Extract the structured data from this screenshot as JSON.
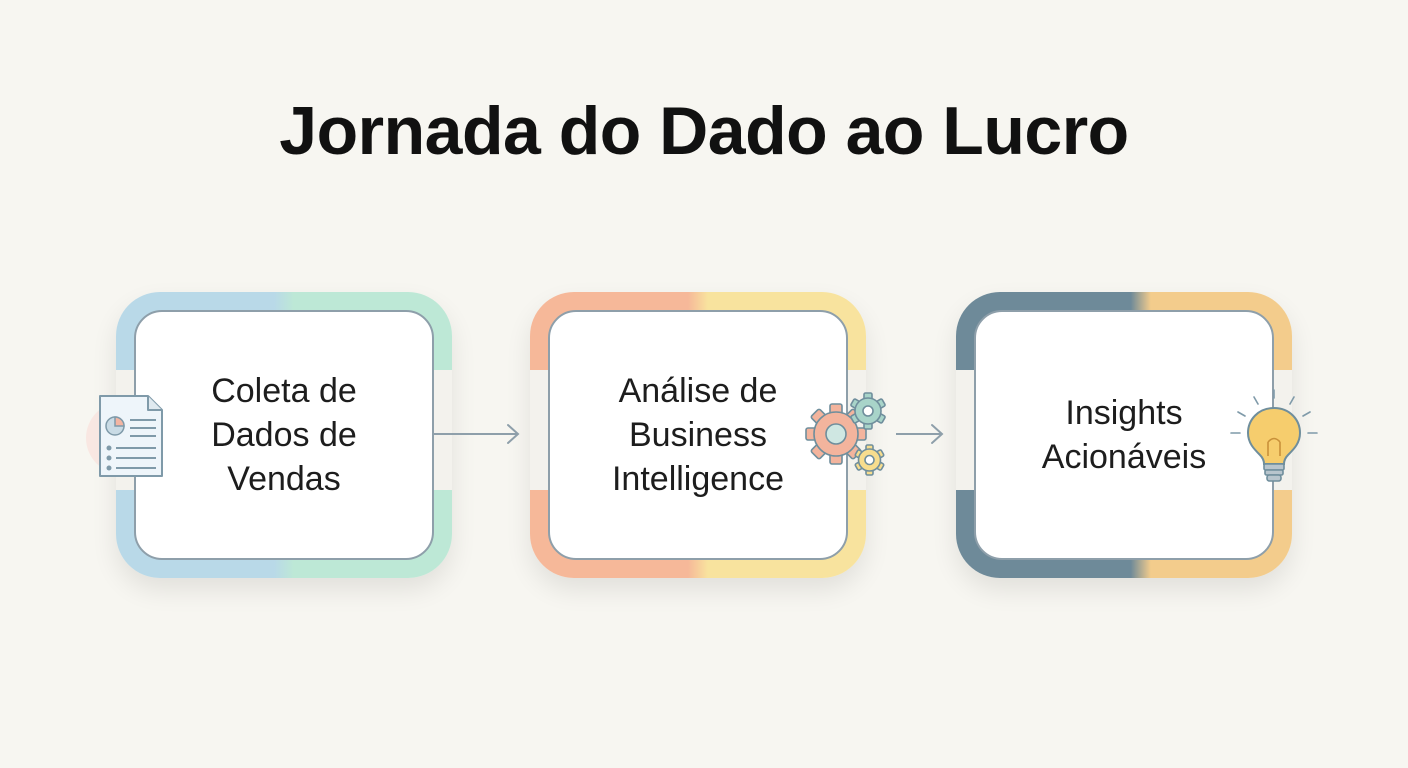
{
  "title": "Jornada do Dado ao Lucro",
  "steps": [
    {
      "label_lines": [
        "Coleta de",
        "Dados de",
        "Vendas"
      ],
      "icon": "document-chart-icon",
      "colors": [
        "#b9d9e8",
        "#bde8d6"
      ]
    },
    {
      "label_lines": [
        "Análise de",
        "Business",
        "Intelligence"
      ],
      "icon": "gears-icon",
      "colors": [
        "#f6b899",
        "#f8e39e"
      ]
    },
    {
      "label_lines": [
        "Insights",
        "Acionáveis"
      ],
      "icon": "lightbulb-icon",
      "colors": [
        "#6e8a99",
        "#f3cc8c"
      ]
    }
  ],
  "colors": {
    "arrow": "#8e9faa",
    "border": "#8e9faa",
    "background": "#f7f6f1"
  }
}
